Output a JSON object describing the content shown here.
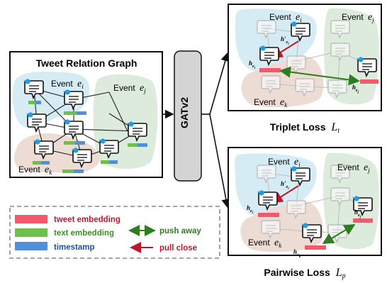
{
  "graph": {
    "title": "Tweet Relation Graph",
    "event_i": {
      "word": "Event",
      "sym": "e",
      "sub": "i"
    },
    "event_j": {
      "word": "Event",
      "sym": "e",
      "sub": "j"
    },
    "event_k": {
      "word": "Event",
      "sym": "e",
      "sub": "k"
    }
  },
  "model": {
    "label": "GATv2"
  },
  "legend": {
    "tweet_embedding": "tweet embedding",
    "text_embedding": "text embedding",
    "timestamp": "timestamp",
    "push_away": "push away",
    "pull_close": "pull close"
  },
  "triplet": {
    "caption_word": "Triplet Loss",
    "caption_sym": "L",
    "caption_sub": "t",
    "event_i": {
      "word": "Event",
      "sym": "e",
      "sub": "i"
    },
    "event_j": {
      "word": "Event",
      "sym": "e",
      "sub": "j"
    },
    "event_k": {
      "word": "Event",
      "sym": "e",
      "sub": "k"
    },
    "h_ei": {
      "sym": "h",
      "sub": "e",
      "subsub": "i"
    },
    "h_prime_ei": {
      "sym": "h′",
      "sub": "e",
      "subsub": "i"
    },
    "h_ej": {
      "sym": "h",
      "sub": "e",
      "subsub": "j"
    }
  },
  "pairwise": {
    "caption_word": "Pairwise Loss",
    "caption_sym": "L",
    "caption_sub": "p",
    "event_i": {
      "word": "Event",
      "sym": "e",
      "sub": "i"
    },
    "event_j": {
      "word": "Event",
      "sym": "e",
      "sub": "j"
    },
    "event_k": {
      "word": "Event",
      "sym": "e",
      "sub": "k"
    },
    "h_ei": {
      "sym": "h",
      "sub": "e",
      "subsub": "i"
    },
    "h_prime_ei": {
      "sym": "h′",
      "sub": "e",
      "subsub": "i"
    },
    "h_ej": {
      "sym": "h",
      "sub": "e",
      "subsub": "j"
    },
    "h_ek": {
      "sym": "h",
      "sub": "e",
      "subsub": "k"
    }
  },
  "colors": {
    "event_i_region": "#d6ecf4",
    "event_j_region": "#dcebdb",
    "event_k_region": "#ecdcd4",
    "tweet_embedding": "#ef5a6f",
    "text_embedding": "#6fbf4b",
    "timestamp": "#4f8fdc",
    "twitter_bird": "#1d9bf0",
    "push_away_arrow": "#2e7d1f",
    "pull_close_arrow": "#c0162a",
    "gatv2_box": "#d4d4d4"
  },
  "icons": {
    "tweet": "tweet-bubble-icon",
    "bird": "twitter-bird-icon"
  }
}
